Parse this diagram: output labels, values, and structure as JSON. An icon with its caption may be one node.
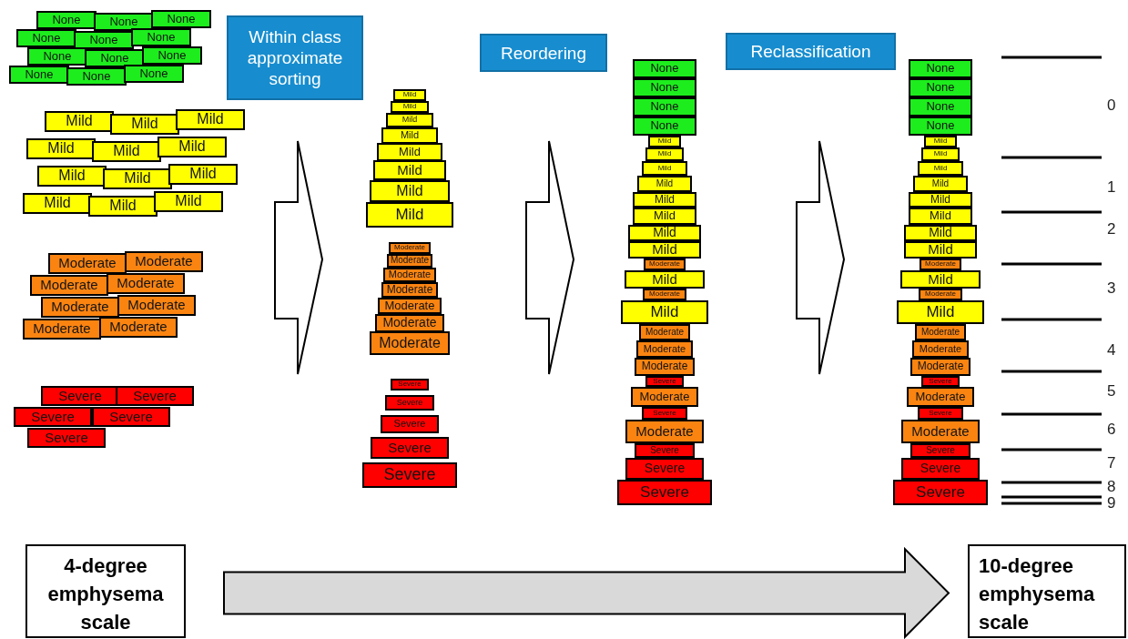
{
  "diagram": {
    "nodes": [
      {
        "text": [
          "None"
        ]
      },
      {
        "text": [
          "None"
        ]
      },
      {
        "text": [
          "None"
        ]
      },
      {
        "text": [
          "None"
        ]
      },
      {
        "text": [
          "None"
        ]
      },
      {
        "text": [
          "None"
        ]
      },
      {
        "text": [
          "None"
        ]
      },
      {
        "text": [
          "None"
        ]
      },
      {
        "text": [
          "None"
        ]
      },
      {
        "text": [
          "None"
        ]
      },
      {
        "text": [
          "None"
        ]
      },
      {
        "text": [
          "None"
        ]
      },
      {
        "text": [
          "Mild"
        ]
      },
      {
        "text": [
          "Mild"
        ]
      },
      {
        "text": [
          "Mild"
        ]
      },
      {
        "text": [
          "Mild"
        ]
      },
      {
        "text": [
          "Mild"
        ]
      },
      {
        "text": [
          "Mild"
        ]
      },
      {
        "text": [
          "Mild"
        ]
      },
      {
        "text": [
          "Mild"
        ]
      },
      {
        "text": [
          "Mild"
        ]
      },
      {
        "text": [
          "Mild"
        ]
      },
      {
        "text": [
          "Mild"
        ]
      },
      {
        "text": [
          "Mild"
        ]
      },
      {
        "text": [
          "Moderate"
        ]
      },
      {
        "text": [
          "Moderate"
        ]
      },
      {
        "text": [
          "Moderate"
        ]
      },
      {
        "text": [
          "Moderate"
        ]
      },
      {
        "text": [
          "Moderate"
        ]
      },
      {
        "text": [
          "Moderate"
        ]
      },
      {
        "text": [
          "Moderate"
        ]
      },
      {
        "text": [
          "Moderate"
        ]
      },
      {
        "text": [
          "Severe"
        ]
      },
      {
        "text": [
          "Severe"
        ]
      },
      {
        "text": [
          "Severe"
        ]
      },
      {
        "text": [
          "Severe"
        ]
      },
      {
        "text": [
          "Severe"
        ]
      },
      {
        "text": [
          "Within class approximate sorting"
        ]
      },
      {
        "text": [
          "Mild"
        ]
      },
      {
        "text": [
          "Mild"
        ]
      },
      {
        "text": [
          "Mild"
        ]
      },
      {
        "text": [
          "Mild"
        ]
      },
      {
        "text": [
          "Mild"
        ]
      },
      {
        "text": [
          "Mild"
        ]
      },
      {
        "text": [
          "Mild"
        ]
      },
      {
        "text": [
          "Mild"
        ]
      },
      {
        "text": [
          "Moderate"
        ]
      },
      {
        "text": [
          "Moderate"
        ]
      },
      {
        "text": [
          "Moderate"
        ]
      },
      {
        "text": [
          "Moderate"
        ]
      },
      {
        "text": [
          "Moderate"
        ]
      },
      {
        "text": [
          "Moderate"
        ]
      },
      {
        "text": [
          "Moderate"
        ]
      },
      {
        "text": [
          "Severe"
        ]
      },
      {
        "text": [
          "Severe"
        ]
      },
      {
        "text": [
          "Severe"
        ]
      },
      {
        "text": [
          "Severe"
        ]
      },
      {
        "text": [
          "Severe"
        ]
      },
      {
        "text": [
          "Reordering"
        ]
      },
      {
        "text": [
          "None"
        ]
      },
      {
        "text": [
          "None"
        ]
      },
      {
        "text": [
          "None"
        ]
      },
      {
        "text": [
          "None"
        ]
      },
      {
        "text": [
          "Mild"
        ]
      },
      {
        "text": [
          "Mild"
        ]
      },
      {
        "text": [
          "Mild"
        ]
      },
      {
        "text": [
          "Mild"
        ]
      },
      {
        "text": [
          "Mild"
        ]
      },
      {
        "text": [
          "Mild"
        ]
      },
      {
        "text": [
          "Mild"
        ]
      },
      {
        "text": [
          "Mild"
        ]
      },
      {
        "text": [
          "Moderate"
        ]
      },
      {
        "text": [
          "Mild"
        ]
      },
      {
        "text": [
          "Moderate"
        ]
      },
      {
        "text": [
          "Mild"
        ]
      },
      {
        "text": [
          "Moderate"
        ]
      },
      {
        "text": [
          "Moderate"
        ]
      },
      {
        "text": [
          "Moderate"
        ]
      },
      {
        "text": [
          "Severe"
        ]
      },
      {
        "text": [
          "Moderate"
        ]
      },
      {
        "text": [
          "Severe"
        ]
      },
      {
        "text": [
          "Moderate"
        ]
      },
      {
        "text": [
          "Severe"
        ]
      },
      {
        "text": [
          "Severe"
        ]
      },
      {
        "text": [
          "Severe"
        ]
      },
      {
        "text": [
          "Reclassification"
        ]
      },
      {
        "text": [
          "None"
        ]
      },
      {
        "text": [
          "None"
        ]
      },
      {
        "text": [
          "None"
        ]
      },
      {
        "text": [
          "None"
        ]
      },
      {
        "text": [
          "Mild"
        ]
      },
      {
        "text": [
          "Mild"
        ]
      },
      {
        "text": [
          "Mild"
        ]
      },
      {
        "text": [
          "Mild"
        ]
      },
      {
        "text": [
          "Mild"
        ]
      },
      {
        "text": [
          "Mild"
        ]
      },
      {
        "text": [
          "Mild"
        ]
      },
      {
        "text": [
          "Mild"
        ]
      },
      {
        "text": [
          "Moderate"
        ]
      },
      {
        "text": [
          "Mild"
        ]
      },
      {
        "text": [
          "Moderate"
        ]
      },
      {
        "text": [
          "Mild"
        ]
      },
      {
        "text": [
          "Moderate"
        ]
      },
      {
        "text": [
          "Moderate"
        ]
      },
      {
        "text": [
          "Moderate"
        ]
      },
      {
        "text": [
          "Severe"
        ]
      },
      {
        "text": [
          "Moderate"
        ]
      },
      {
        "text": [
          "Severe"
        ]
      },
      {
        "text": [
          "Moderate"
        ]
      },
      {
        "text": [
          "Severe"
        ]
      },
      {
        "text": [
          "Severe"
        ]
      },
      {
        "text": [
          "Severe"
        ]
      },
      {
        "text": [
          "4-degree emphysema scale"
        ]
      },
      {
        "text": [
          "10-degree emphysema scale"
        ]
      }
    ],
    "edges": [
      {
        "from": 112,
        "to": 113,
        "arrow": "to",
        "style": "thick"
      }
    ],
    "labels": [
      "0",
      "1",
      "2",
      "3",
      "4",
      "5",
      "6",
      "7",
      "8",
      "9"
    ]
  }
}
